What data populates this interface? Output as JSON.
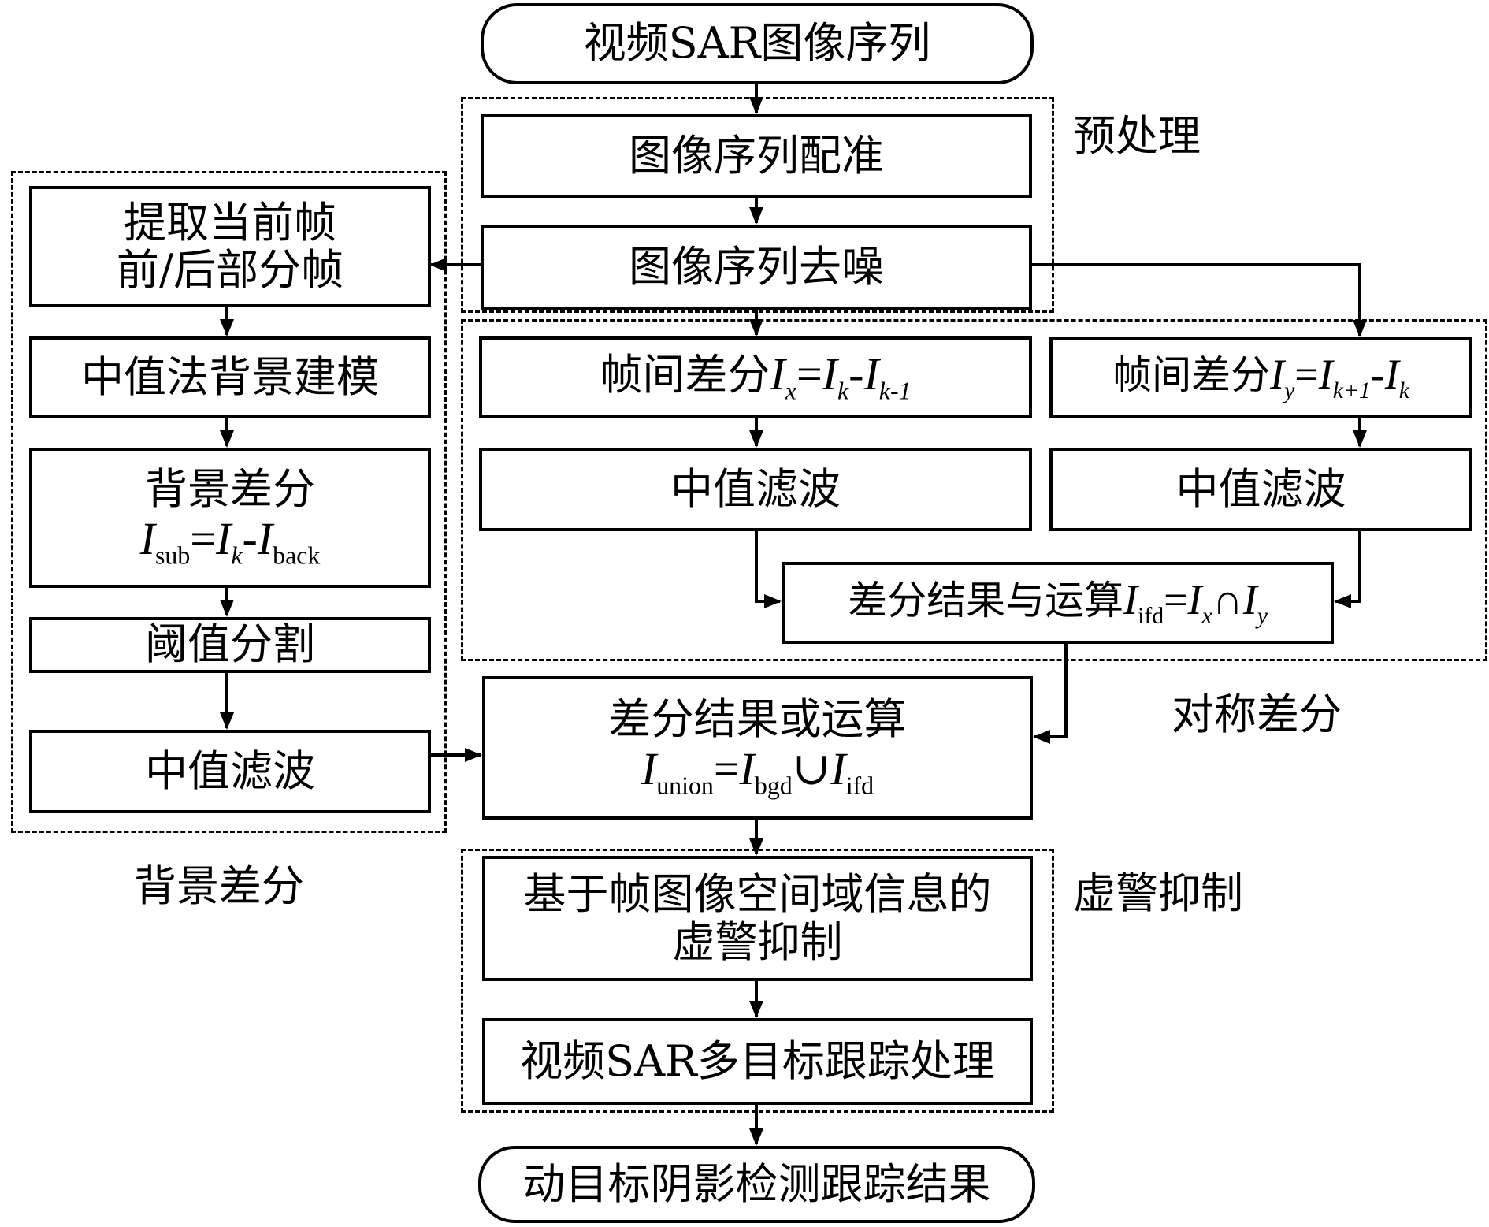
{
  "nodes": {
    "input": "视频SAR图像序列",
    "register": "图像序列配准",
    "denoise": "图像序列去噪",
    "extract_l1": "提取当前帧",
    "extract_l2": "前/后部分帧",
    "median_bg": "中值法背景建模",
    "bg_diff_l1": "背景差分",
    "bg_diff_eq": "I_sub = I_k - I_back",
    "threshold": "阈值分割",
    "median_filter_left": "中值滤波",
    "frame_diff_x_text": "帧间差分",
    "frame_diff_x_eq": "I_x = I_k - I_k-1",
    "frame_diff_y_text": "帧间差分",
    "frame_diff_y_eq": "I_y = I_k+1 - I_k",
    "median_filter_mid": "中值滤波",
    "median_filter_right": "中值滤波",
    "and_text": "差分结果与运算",
    "and_eq": "I_ifd = I_x ∩ I_y",
    "or_l1": "差分结果或运算",
    "or_eq": "I_union = I_bgd ∪ I_ifd",
    "fa_l1": "基于帧图像空间域信息的",
    "fa_l2": "虚警抑制",
    "tracking": "视频SAR多目标跟踪处理",
    "output": "动目标阴影检测跟踪结果"
  },
  "groups": {
    "preprocess": "预处理",
    "background": "背景差分",
    "symmetric": "对称差分",
    "false_alarm": "虚警抑制"
  },
  "math": {
    "I": "I",
    "sub": "sub",
    "k": "k",
    "back": "back",
    "x": "x",
    "y": "y",
    "k_minus_1": "k-1",
    "k_plus_1": "k+1",
    "ifd": "ifd",
    "union": "union",
    "bgd": "bgd",
    "eq": "=",
    "minus": "-",
    "cap": "∩",
    "cup": "∪"
  },
  "colors": {
    "stroke": "#000000",
    "background": "#ffffff"
  }
}
